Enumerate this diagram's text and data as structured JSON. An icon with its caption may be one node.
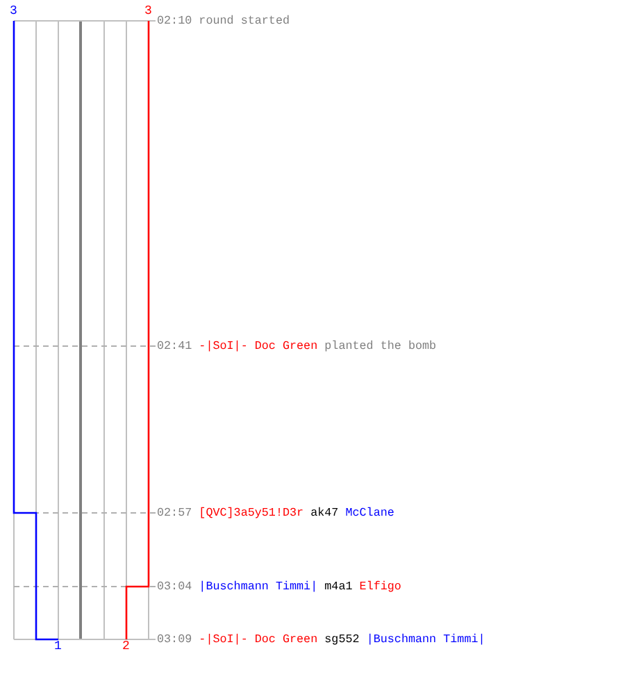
{
  "diagram": {
    "labels": [
      "3",
      "3",
      "02:10",
      "round started",
      "02:41",
      "-|SoI|- Doc Green",
      "planted the bomb",
      "02:57",
      "[QVC]3a5y51!D3r",
      "ak47",
      "McClane",
      "03:04",
      "|Buschmann Timmi|",
      "m4a1",
      "Elfigo",
      "1",
      "2",
      "03:09",
      "-|SoI|- Doc Green",
      "sg552",
      "|Buschmann Timmi|"
    ]
  }
}
